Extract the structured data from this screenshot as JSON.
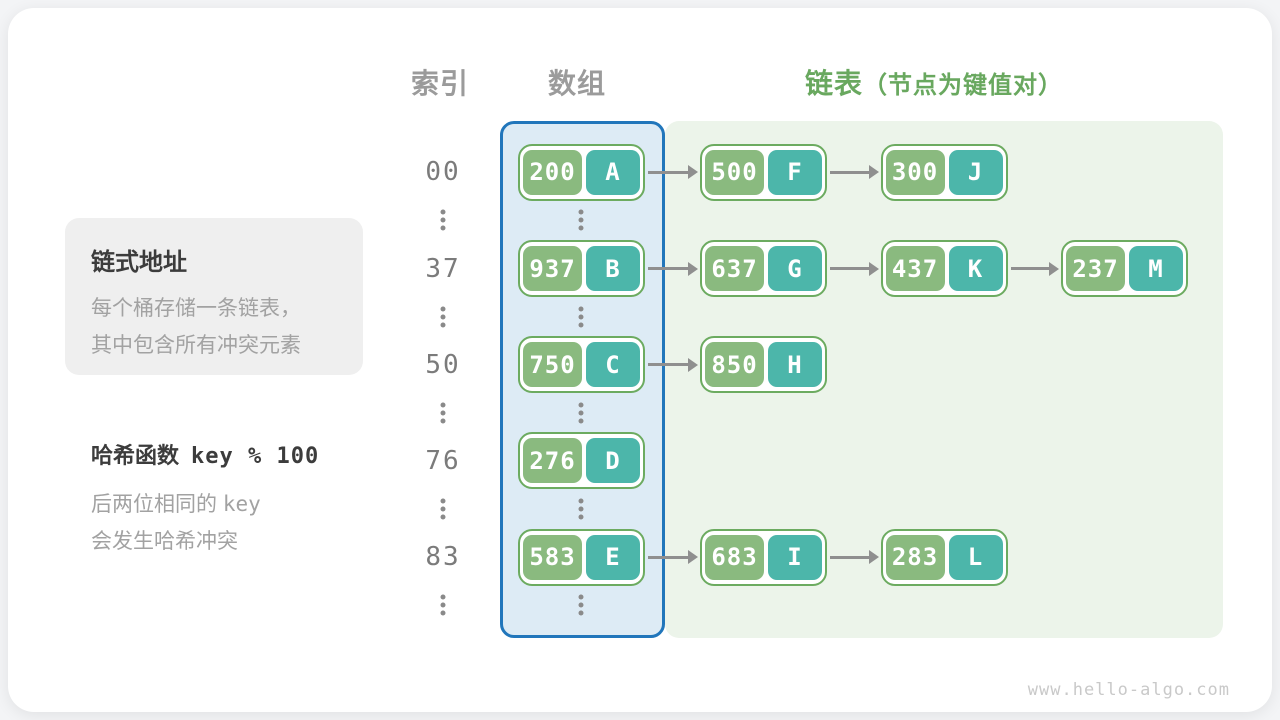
{
  "headers": {
    "index": "索引",
    "array": "数组",
    "list": "链表",
    "list_note": "（节点为键值对）"
  },
  "info_card": {
    "title": "链式地址",
    "line1": "每个桶存储一条链表，",
    "line2": "其中包含所有冲突元素"
  },
  "hash_note": {
    "title_prefix": "哈希函数",
    "title_code": "key % 100",
    "line1_text": "后两位相同的 ",
    "line1_code": "key",
    "line2_text": "会发生哈希冲突"
  },
  "footer": {
    "url": "www.hello-algo.com"
  },
  "colors": {
    "array_fill": "#ddebf5",
    "array_border": "#2176bb",
    "list_fill": "#ecf4ea",
    "node_border": "#6cab60",
    "key_cell": "#8aba7f",
    "value_cell": "#4cb6aa",
    "arrow": "#8f8f8f",
    "accent_green_text": "#69a85f"
  },
  "diagram": {
    "rows": [
      {
        "index": "00",
        "bucket": {
          "key": "200",
          "value": "A"
        },
        "chain": [
          {
            "key": "500",
            "value": "F"
          },
          {
            "key": "300",
            "value": "J"
          }
        ]
      },
      {
        "index": "37",
        "bucket": {
          "key": "937",
          "value": "B"
        },
        "chain": [
          {
            "key": "637",
            "value": "G"
          },
          {
            "key": "437",
            "value": "K"
          },
          {
            "key": "237",
            "value": "M"
          }
        ]
      },
      {
        "index": "50",
        "bucket": {
          "key": "750",
          "value": "C"
        },
        "chain": [
          {
            "key": "850",
            "value": "H"
          }
        ]
      },
      {
        "index": "76",
        "bucket": {
          "key": "276",
          "value": "D"
        },
        "chain": []
      },
      {
        "index": "83",
        "bucket": {
          "key": "583",
          "value": "E"
        },
        "chain": [
          {
            "key": "683",
            "value": "I"
          },
          {
            "key": "283",
            "value": "L"
          }
        ]
      }
    ]
  }
}
